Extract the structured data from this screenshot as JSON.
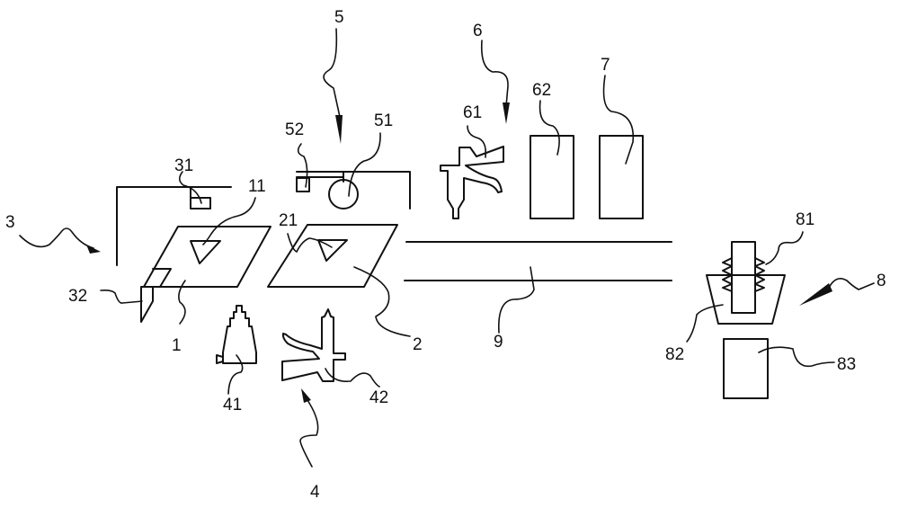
{
  "figure": {
    "description": "Patent-style schematic of a coating / painting line with numbered components",
    "line_color": "#111111",
    "background": "#ffffff"
  },
  "labels": {
    "l1": "1",
    "l2": "2",
    "l3": "3",
    "l4": "4",
    "l5": "5",
    "l6": "6",
    "l7": "7",
    "l8": "8",
    "l9": "9",
    "l11": "11",
    "l21": "21",
    "l31": "31",
    "l32": "32",
    "l41": "41",
    "l42": "42",
    "l51": "51",
    "l52": "52",
    "l61": "61",
    "l62": "62",
    "l81": "81",
    "l82": "82",
    "l83": "83"
  },
  "components": [
    {
      "ref": "1",
      "shape": "parallelogram workpiece with marker"
    },
    {
      "ref": "2",
      "shape": "parallelogram workpiece with marker"
    },
    {
      "ref": "3",
      "shape": "station frame with sensor 31 and clamp 32"
    },
    {
      "ref": "4",
      "shape": "spray station with bell 41 and gun 42"
    },
    {
      "ref": "5",
      "shape": "station frame with sensor 52 and roller 51"
    },
    {
      "ref": "6",
      "shape": "spray gun 61 and unit 62"
    },
    {
      "ref": "7",
      "shape": "rectangular unit"
    },
    {
      "ref": "8",
      "shape": "assembly with part 81, holder 82, base 83"
    },
    {
      "ref": "9",
      "shape": "conveyor track"
    }
  ]
}
